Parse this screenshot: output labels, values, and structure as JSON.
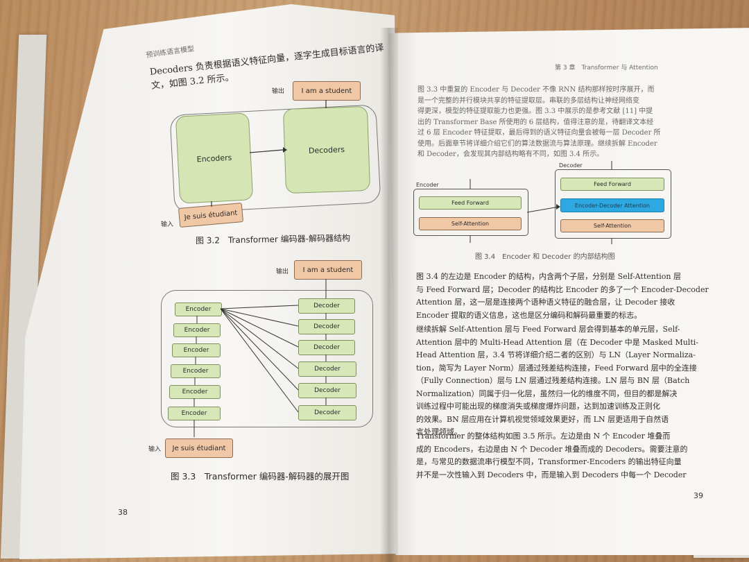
{
  "left_page": {
    "header": "预训练语言模型",
    "intro_text": "Decoders 负责根据语义特征向量，逐字生成目标语言的译文，如图 3.2 所示。",
    "fig32": {
      "output_label": "输出",
      "output_text": "I am a student",
      "encoders_label": "Encoders",
      "decoders_label": "Decoders",
      "input_label": "输入",
      "input_text": "Je suis étudiant",
      "caption": "图 3.2　Transformer 编码器-解码器结构"
    },
    "fig33": {
      "output_label": "输出",
      "output_text": "I am a student",
      "encoder_label": "Encoder",
      "decoder_label": "Decoder",
      "input_label": "输入",
      "input_text": "Je suis étudiant",
      "caption": "图 3.3　Transformer 编码器-解码器的展开图"
    },
    "page_number": "38"
  },
  "right_page": {
    "header": "第 3 章　Transformer 与 Attention",
    "para1": [
      "图 3.3 中重复的 Encoder 与 Decoder 不像 RNN 结构那样按时序展开，而",
      "是一个完整的并行模块共享的特征提取层。串联的多层结构让神经网络变",
      "得更深，模型的特征提取能力也更强。图 3.3 中展示的是参考文献 [11] 中提",
      "出的 Transformer Base 所使用的 6 层结构，值得注意的是，待翻译文本经",
      "过 6 层 Encoder 特征提取，最后得到的语义特征向量会被每一层 Decoder 所",
      "使用。后面章节将详细介绍它们的算法数据流与算法原理。继续拆解 Encoder",
      "和 Decoder，会发现其内部结构略有不同，如图 3.4 所示。"
    ],
    "fig34": {
      "encoder_title": "Encoder",
      "decoder_title": "Decoder",
      "feed_forward": "Feed Forward",
      "self_attention": "Self-Attention",
      "enc_dec_attention": "Encoder-Decoder Attention",
      "caption": "图 3.4　Encoder 和 Decoder 的内部结构图"
    },
    "para2": [
      "图 3.4 的左边是 Encoder 的结构，内含两个子层，分别是 Self-Attention 层",
      "与 Feed Forward 层；Decoder 的结构比 Encoder 的多了一个 Encoder-Decoder",
      "Attention 层，这一层是连接两个语种语义特征的融合层，让 Decoder 接收",
      "Encoder 提取的语义信息，这也是区分编码和解码最重要的标志。"
    ],
    "para3": [
      "继续拆解 Self-Attention 层与 Feed Forward 层会得到基本的单元层，Self-",
      "Attention 层中的 Multi-Head Attention 层（在 Decoder 中是 Masked Multi-",
      "Head Attention 层，3.4 节将详细介绍二者的区别）与 LN（Layer Normaliza-",
      "tion，简写为 Layer Norm）层通过残差结构连接，Feed Forward 层中的全连接",
      "（Fully Connection）层与 LN 层通过残差结构连接。LN 层与 BN 层（Batch",
      "Normalization）同属于归一化层，虽然归一化的维度不同，但目的都是解决",
      "训练过程中可能出现的梯度消失或梯度爆炸问题，达到加速训练及正则化",
      "的效果。BN 层应用在计算机视觉领域效果更好，而 LN 层更适用于自然语",
      "言处理领域。"
    ],
    "para4": [
      "Transformer 的整体结构如图 3.5 所示。左边是由 N 个 Encoder 堆叠而",
      "成的 Encoders，右边是由 N 个 Decoder 堆叠而成的 Decoders。需要注意的",
      "是，与常见的数据流串行模型不同，Transformer-Encoders 的输出特征向量",
      "并不是一次性输入到 Decoders 中，而是输入到 Decoders 中每一个 Decoder"
    ],
    "page_number": "39"
  },
  "colors": {
    "orange_box": "#f1c8a6",
    "green_box": "#d7e7b8",
    "blue_box": "#2ea8e0",
    "page": "#f6f5f2",
    "table_wood": "#c9a072"
  }
}
